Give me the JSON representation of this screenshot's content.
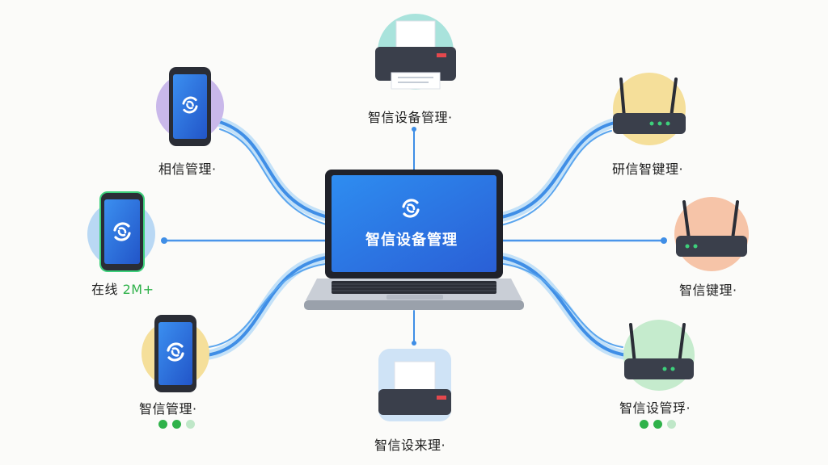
{
  "center": {
    "screen_title": "智信设备管理"
  },
  "devices": {
    "printer_top": {
      "label": "智信设备管理·"
    },
    "phone_purple": {
      "label": "相信管理·"
    },
    "phone_blue_left": {
      "label_prefix": "在线",
      "label_status": "2M+"
    },
    "phone_yellow": {
      "label": "智信管理·"
    },
    "printer_bottom": {
      "label": "智信设来理·"
    },
    "router_yellow": {
      "label": "研信智键理·"
    },
    "router_orange": {
      "label": "智信键理·"
    },
    "router_green": {
      "label": "智信设管琈·"
    }
  },
  "colors": {
    "connector": "#3f8ee6",
    "screen": "#2f86e6",
    "status_green": "#2fb24a",
    "purple_bg": "#c9b8ea",
    "blue_bg": "#b9d8f4",
    "yellow_bg": "#f5df9a",
    "teal_bg": "#a9e3dc",
    "orange_bg": "#f6c4a8",
    "green_bg": "#c5ebcd",
    "lightblue_bg": "#cfe3f6"
  },
  "icons": {
    "logo": "spiral-logo-icon",
    "phone": "smartphone-icon",
    "printer": "printer-icon",
    "router": "wifi-router-icon",
    "laptop": "laptop-icon"
  }
}
